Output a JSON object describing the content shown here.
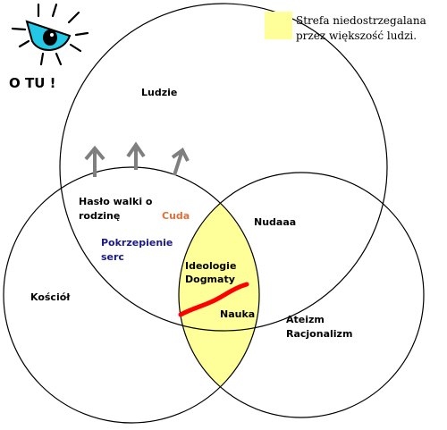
{
  "colors": {
    "highlight": "#ffff99",
    "outline": "#000000",
    "arrow": "#7f7f7f",
    "underline": "#ff0000",
    "cuda": "#e0703a",
    "pokrzepienie": "#1a1a8c",
    "eye": "#23c8e6"
  },
  "eye": {
    "icon": "eye-icon",
    "caption": "O TU !"
  },
  "legend": {
    "line1": "Strefa niedostrzegalana",
    "line2": "przez większość ludzi."
  },
  "circles": {
    "top": {
      "label": "Ludzie"
    },
    "left": {
      "label": "Kościół"
    },
    "right": {
      "label": "Ateizm",
      "label2": "Racjonalizm"
    }
  },
  "zones": {
    "haslo": {
      "line1": "Hasło walki o",
      "line2": "rodzinę"
    },
    "cuda": "Cuda",
    "pokrzepienie": {
      "line1": "Pokrzepienie",
      "line2": "serc"
    },
    "nudaaa": "Nudaaa",
    "ideologie": {
      "line1": "Ideologie",
      "line2": "Dogmaty"
    },
    "nauka": "Nauka"
  },
  "arrows": {
    "count": 3,
    "icon": "up-arrow-icon"
  }
}
